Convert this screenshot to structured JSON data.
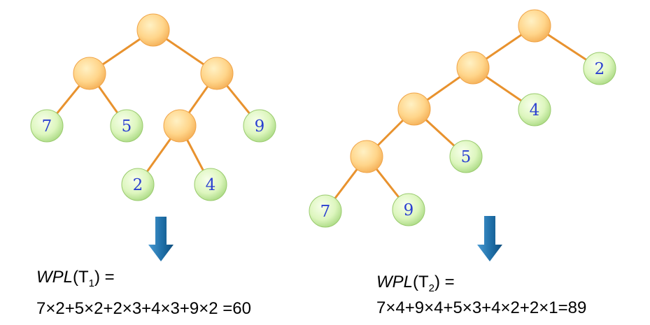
{
  "tree1": {
    "leaf_labels": [
      "7",
      "5",
      "9",
      "2",
      "4"
    ]
  },
  "tree2": {
    "leaf_labels": [
      "2",
      "4",
      "5",
      "7",
      "9"
    ]
  },
  "formulas": {
    "left": {
      "wpl": "WPL",
      "open": "(T",
      "sub": "1",
      "close": ") =",
      "expression": "7×2+5×2+2×3+4×3+9×2 =60"
    },
    "right": {
      "wpl": "WPL",
      "open": "(T",
      "sub": "2",
      "close": ") =",
      "expression": "7×4+9×4+5×3+4×2+2×1=89"
    }
  },
  "colors": {
    "edge": "#E8922E",
    "internal_node": "#FFCF7A",
    "leaf_node": "#D8F4B0",
    "label_text": "#2A3FD0",
    "arrow": "#1F6FA8"
  }
}
